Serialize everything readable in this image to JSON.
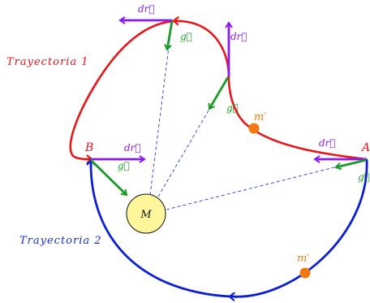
{
  "diagram": {
    "labels": {
      "trajectory_1": "Trayectoria 1",
      "trajectory_2": "Trayectoria 2",
      "point_a": "A",
      "point_b": "B",
      "mass_center": "M",
      "mass_test_1": "m′",
      "mass_test_2": "m′",
      "dr": "dr⃗",
      "g": "g⃗"
    },
    "colors": {
      "trajectory_1": "#e8161b",
      "trajectory_2": "#0c1fd6",
      "dr_vector": "#8a1cf0",
      "g_vector": "#1c9a28",
      "radial_lines": "#2a3bd6",
      "mass_fill": "#fff59a",
      "test_mass": "#f07a10",
      "label_blue": "#1a2ad0",
      "label_red": "#e8161b"
    }
  }
}
